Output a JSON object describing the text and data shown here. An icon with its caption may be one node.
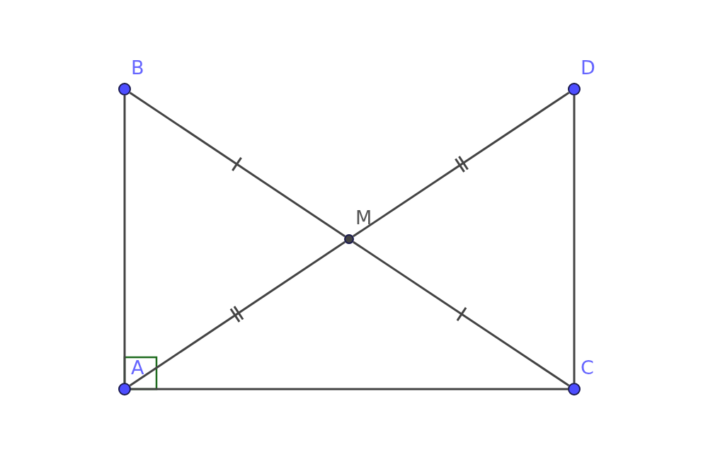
{
  "diagram": {
    "nodes": [
      {
        "text": [
          "B"
        ]
      },
      {
        "text": [
          "D"
        ]
      },
      {
        "text": [
          "M"
        ]
      },
      {
        "text": [
          "A"
        ]
      },
      {
        "text": [
          "C"
        ]
      }
    ],
    "edges": [
      {
        "from": 0,
        "to": 3,
        "arrow": "none"
      },
      {
        "from": 0,
        "to": 2,
        "arrow": "none"
      },
      {
        "from": 2,
        "to": 4,
        "arrow": "none"
      },
      {
        "from": 3,
        "to": 2,
        "arrow": "none"
      },
      {
        "from": 2,
        "to": 1,
        "arrow": "none"
      },
      {
        "from": 3,
        "to": 4,
        "arrow": "none"
      },
      {
        "from": 1,
        "to": 4,
        "arrow": "none"
      }
    ]
  }
}
